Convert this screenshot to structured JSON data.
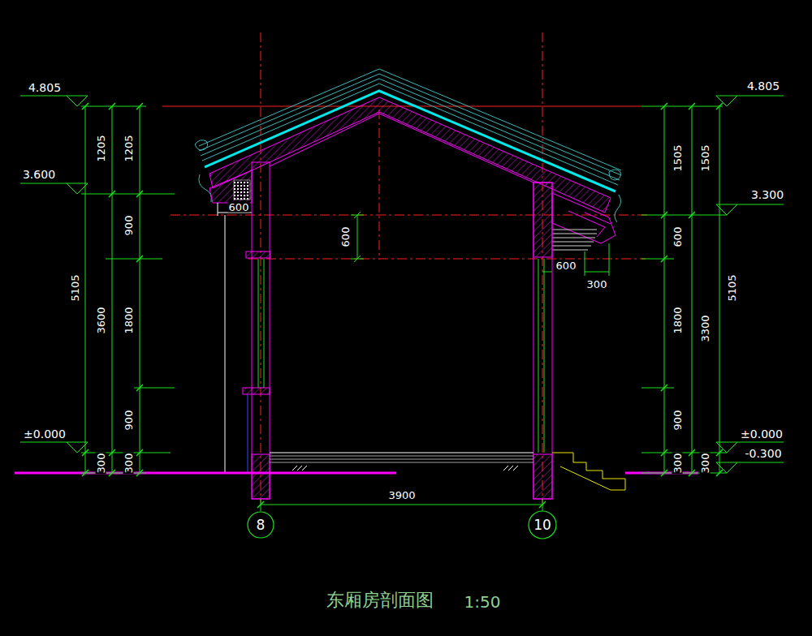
{
  "diagram": {
    "title": "东厢房剖面图",
    "nodes": [
      {
        "text": [
          "8"
        ]
      },
      {
        "text": [
          "10"
        ]
      }
    ],
    "labels": [
      "4.805",
      "3.600",
      "±0.000",
      "5105",
      "1205",
      "1205",
      "3600",
      "900",
      "1800",
      "900",
      "300",
      "300",
      "600",
      "600",
      "4.805",
      "3.300",
      "±0.000",
      "-0.300",
      "1505",
      "1505",
      "600",
      "1800",
      "3300",
      "5105",
      "900",
      "300",
      "300",
      "600",
      "300",
      "3900",
      "1:50"
    ]
  }
}
